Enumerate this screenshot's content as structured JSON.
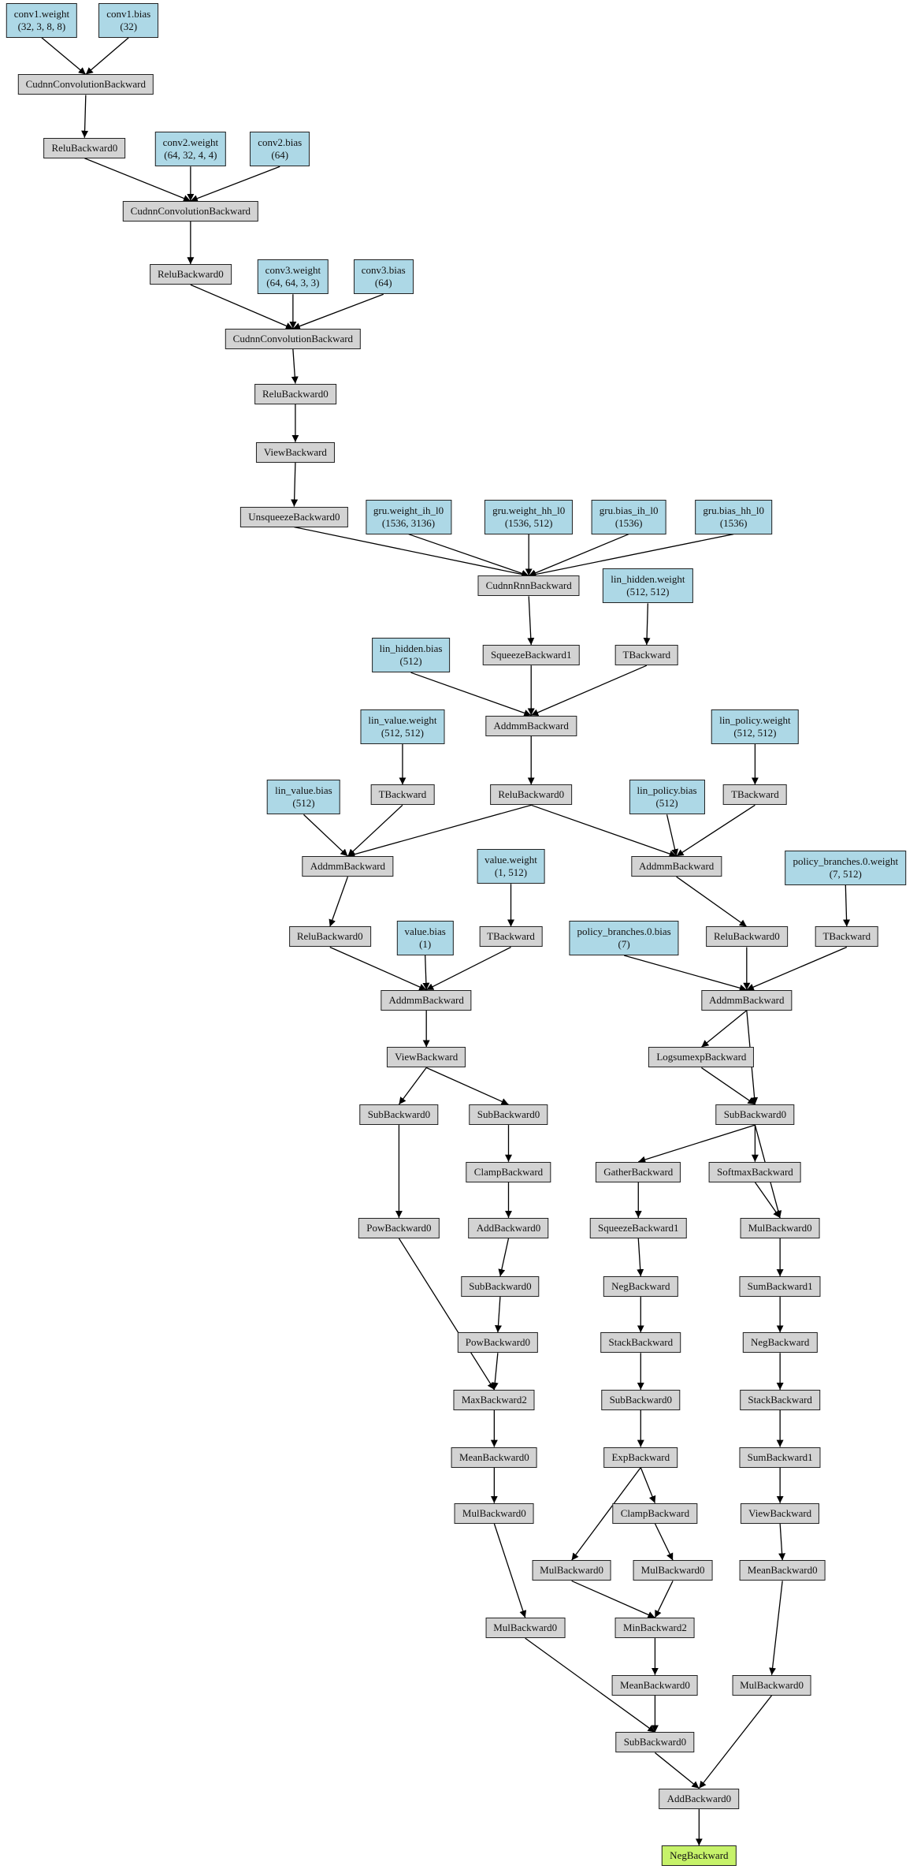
{
  "colors": {
    "param": "#add8e6",
    "op": "#d3d3d3",
    "output": "#c6f26a",
    "edge": "#000000"
  },
  "nodes": {
    "n1": {
      "kind": "param",
      "lines": [
        "conv1.weight",
        "(32, 3, 8, 8)"
      ]
    },
    "n2": {
      "kind": "param",
      "lines": [
        "conv1.bias",
        "(32)"
      ]
    },
    "n3": {
      "kind": "op",
      "lines": [
        "CudnnConvolutionBackward"
      ]
    },
    "n4": {
      "kind": "op",
      "lines": [
        "ReluBackward0"
      ]
    },
    "n5": {
      "kind": "param",
      "lines": [
        "conv2.weight",
        "(64, 32, 4, 4)"
      ]
    },
    "n6": {
      "kind": "param",
      "lines": [
        "conv2.bias",
        "(64)"
      ]
    },
    "n7": {
      "kind": "op",
      "lines": [
        "CudnnConvolutionBackward"
      ]
    },
    "n8": {
      "kind": "op",
      "lines": [
        "ReluBackward0"
      ]
    },
    "n9": {
      "kind": "param",
      "lines": [
        "conv3.weight",
        "(64, 64, 3, 3)"
      ]
    },
    "n10": {
      "kind": "param",
      "lines": [
        "conv3.bias",
        "(64)"
      ]
    },
    "n11": {
      "kind": "op",
      "lines": [
        "CudnnConvolutionBackward"
      ]
    },
    "n12": {
      "kind": "op",
      "lines": [
        "ReluBackward0"
      ]
    },
    "n13": {
      "kind": "op",
      "lines": [
        "ViewBackward"
      ]
    },
    "n14": {
      "kind": "op",
      "lines": [
        "UnsqueezeBackward0"
      ]
    },
    "n15": {
      "kind": "param",
      "lines": [
        "gru.weight_ih_l0",
        "(1536, 3136)"
      ]
    },
    "n16": {
      "kind": "param",
      "lines": [
        "gru.weight_hh_l0",
        "(1536, 512)"
      ]
    },
    "n17": {
      "kind": "param",
      "lines": [
        "gru.bias_ih_l0",
        "(1536)"
      ]
    },
    "n18": {
      "kind": "param",
      "lines": [
        "gru.bias_hh_l0",
        "(1536)"
      ]
    },
    "n19": {
      "kind": "op",
      "lines": [
        "CudnnRnnBackward"
      ]
    },
    "n20": {
      "kind": "param",
      "lines": [
        "lin_hidden.weight",
        "(512, 512)"
      ]
    },
    "n21": {
      "kind": "op",
      "lines": [
        "SqueezeBackward1"
      ]
    },
    "n22": {
      "kind": "op",
      "lines": [
        "TBackward"
      ]
    },
    "n23": {
      "kind": "param",
      "lines": [
        "lin_hidden.bias",
        "(512)"
      ]
    },
    "n24": {
      "kind": "op",
      "lines": [
        "AddmmBackward"
      ]
    },
    "n25": {
      "kind": "param",
      "lines": [
        "lin_value.weight",
        "(512, 512)"
      ]
    },
    "n26": {
      "kind": "param",
      "lines": [
        "lin_policy.weight",
        "(512, 512)"
      ]
    },
    "n27": {
      "kind": "param",
      "lines": [
        "lin_value.bias",
        "(512)"
      ]
    },
    "n28": {
      "kind": "op",
      "lines": [
        "TBackward"
      ]
    },
    "n29": {
      "kind": "op",
      "lines": [
        "ReluBackward0"
      ]
    },
    "n30": {
      "kind": "param",
      "lines": [
        "lin_policy.bias",
        "(512)"
      ]
    },
    "n31": {
      "kind": "op",
      "lines": [
        "TBackward"
      ]
    },
    "n32": {
      "kind": "op",
      "lines": [
        "AddmmBackward"
      ]
    },
    "n33": {
      "kind": "param",
      "lines": [
        "value.weight",
        "(1, 512)"
      ]
    },
    "n34": {
      "kind": "op",
      "lines": [
        "AddmmBackward"
      ]
    },
    "n35": {
      "kind": "param",
      "lines": [
        "policy_branches.0.weight",
        "(7, 512)"
      ]
    },
    "n36": {
      "kind": "op",
      "lines": [
        "ReluBackward0"
      ]
    },
    "n37": {
      "kind": "param",
      "lines": [
        "value.bias",
        "(1)"
      ]
    },
    "n38": {
      "kind": "op",
      "lines": [
        "TBackward"
      ]
    },
    "n39": {
      "kind": "param",
      "lines": [
        "policy_branches.0.bias",
        "(7)"
      ]
    },
    "n40": {
      "kind": "op",
      "lines": [
        "ReluBackward0"
      ]
    },
    "n41": {
      "kind": "op",
      "lines": [
        "TBackward"
      ]
    },
    "n42": {
      "kind": "op",
      "lines": [
        "AddmmBackward"
      ]
    },
    "n43": {
      "kind": "op",
      "lines": [
        "AddmmBackward"
      ]
    },
    "n44": {
      "kind": "op",
      "lines": [
        "ViewBackward"
      ]
    },
    "n45": {
      "kind": "op",
      "lines": [
        "LogsumexpBackward"
      ]
    },
    "n46": {
      "kind": "op",
      "lines": [
        "SubBackward0"
      ]
    },
    "n47": {
      "kind": "op",
      "lines": [
        "SubBackward0"
      ]
    },
    "n48": {
      "kind": "op",
      "lines": [
        "SubBackward0"
      ]
    },
    "n49": {
      "kind": "op",
      "lines": [
        "ClampBackward"
      ]
    },
    "n50": {
      "kind": "op",
      "lines": [
        "GatherBackward"
      ]
    },
    "n51": {
      "kind": "op",
      "lines": [
        "SoftmaxBackward"
      ]
    },
    "n52": {
      "kind": "op",
      "lines": [
        "PowBackward0"
      ]
    },
    "n53": {
      "kind": "op",
      "lines": [
        "AddBackward0"
      ]
    },
    "n54": {
      "kind": "op",
      "lines": [
        "SqueezeBackward1"
      ]
    },
    "n55": {
      "kind": "op",
      "lines": [
        "MulBackward0"
      ]
    },
    "n56": {
      "kind": "op",
      "lines": [
        "SubBackward0"
      ]
    },
    "n57": {
      "kind": "op",
      "lines": [
        "NegBackward"
      ]
    },
    "n58": {
      "kind": "op",
      "lines": [
        "SumBackward1"
      ]
    },
    "n59": {
      "kind": "op",
      "lines": [
        "PowBackward0"
      ]
    },
    "n60": {
      "kind": "op",
      "lines": [
        "StackBackward"
      ]
    },
    "n61": {
      "kind": "op",
      "lines": [
        "NegBackward"
      ]
    },
    "n62": {
      "kind": "op",
      "lines": [
        "MaxBackward2"
      ]
    },
    "n63": {
      "kind": "op",
      "lines": [
        "SubBackward0"
      ]
    },
    "n64": {
      "kind": "op",
      "lines": [
        "StackBackward"
      ]
    },
    "n65": {
      "kind": "op",
      "lines": [
        "MeanBackward0"
      ]
    },
    "n66": {
      "kind": "op",
      "lines": [
        "ExpBackward"
      ]
    },
    "n67": {
      "kind": "op",
      "lines": [
        "SumBackward1"
      ]
    },
    "n68": {
      "kind": "op",
      "lines": [
        "MulBackward0"
      ]
    },
    "n69": {
      "kind": "op",
      "lines": [
        "ClampBackward"
      ]
    },
    "n70": {
      "kind": "op",
      "lines": [
        "ViewBackward"
      ]
    },
    "n71": {
      "kind": "op",
      "lines": [
        "MulBackward0"
      ]
    },
    "n72": {
      "kind": "op",
      "lines": [
        "MulBackward0"
      ]
    },
    "n73": {
      "kind": "op",
      "lines": [
        "MeanBackward0"
      ]
    },
    "n74": {
      "kind": "op",
      "lines": [
        "MulBackward0"
      ]
    },
    "n75": {
      "kind": "op",
      "lines": [
        "MinBackward2"
      ]
    },
    "n76": {
      "kind": "op",
      "lines": [
        "MeanBackward0"
      ]
    },
    "n77": {
      "kind": "op",
      "lines": [
        "MulBackward0"
      ]
    },
    "n78": {
      "kind": "op",
      "lines": [
        "SubBackward0"
      ]
    },
    "n79": {
      "kind": "op",
      "lines": [
        "AddBackward0"
      ]
    },
    "n80": {
      "kind": "output",
      "lines": [
        "NegBackward"
      ]
    }
  },
  "edges": [
    [
      "n1",
      "n3"
    ],
    [
      "n2",
      "n3"
    ],
    [
      "n3",
      "n4"
    ],
    [
      "n4",
      "n7"
    ],
    [
      "n5",
      "n7"
    ],
    [
      "n6",
      "n7"
    ],
    [
      "n7",
      "n8"
    ],
    [
      "n8",
      "n11"
    ],
    [
      "n9",
      "n11"
    ],
    [
      "n10",
      "n11"
    ],
    [
      "n11",
      "n12"
    ],
    [
      "n12",
      "n13"
    ],
    [
      "n13",
      "n14"
    ],
    [
      "n14",
      "n19"
    ],
    [
      "n15",
      "n19"
    ],
    [
      "n16",
      "n19"
    ],
    [
      "n17",
      "n19"
    ],
    [
      "n18",
      "n19"
    ],
    [
      "n19",
      "n21"
    ],
    [
      "n20",
      "n22"
    ],
    [
      "n21",
      "n24"
    ],
    [
      "n22",
      "n24"
    ],
    [
      "n23",
      "n24"
    ],
    [
      "n24",
      "n29"
    ],
    [
      "n25",
      "n28"
    ],
    [
      "n26",
      "n31"
    ],
    [
      "n27",
      "n32"
    ],
    [
      "n28",
      "n32"
    ],
    [
      "n29",
      "n32"
    ],
    [
      "n29",
      "n34"
    ],
    [
      "n30",
      "n34"
    ],
    [
      "n31",
      "n34"
    ],
    [
      "n32",
      "n36"
    ],
    [
      "n33",
      "n38"
    ],
    [
      "n35",
      "n41"
    ],
    [
      "n34",
      "n40"
    ],
    [
      "n36",
      "n42"
    ],
    [
      "n37",
      "n42"
    ],
    [
      "n38",
      "n42"
    ],
    [
      "n39",
      "n43"
    ],
    [
      "n40",
      "n43"
    ],
    [
      "n41",
      "n43"
    ],
    [
      "n42",
      "n44"
    ],
    [
      "n43",
      "n45"
    ],
    [
      "n43",
      "n48"
    ],
    [
      "n45",
      "n48"
    ],
    [
      "n44",
      "n46"
    ],
    [
      "n44",
      "n47"
    ],
    [
      "n47",
      "n49"
    ],
    [
      "n46",
      "n52"
    ],
    [
      "n49",
      "n53"
    ],
    [
      "n53",
      "n56"
    ],
    [
      "n56",
      "n59"
    ],
    [
      "n52",
      "n62"
    ],
    [
      "n59",
      "n62"
    ],
    [
      "n62",
      "n65"
    ],
    [
      "n65",
      "n68"
    ],
    [
      "n68",
      "n74"
    ],
    [
      "n48",
      "n50"
    ],
    [
      "n48",
      "n51"
    ],
    [
      "n48",
      "n55"
    ],
    [
      "n51",
      "n55"
    ],
    [
      "n50",
      "n54"
    ],
    [
      "n54",
      "n57"
    ],
    [
      "n57",
      "n60"
    ],
    [
      "n60",
      "n63"
    ],
    [
      "n63",
      "n66"
    ],
    [
      "n66",
      "n71"
    ],
    [
      "n66",
      "n69"
    ],
    [
      "n69",
      "n72"
    ],
    [
      "n71",
      "n75"
    ],
    [
      "n72",
      "n75"
    ],
    [
      "n75",
      "n76"
    ],
    [
      "n74",
      "n78"
    ],
    [
      "n76",
      "n78"
    ],
    [
      "n55",
      "n58"
    ],
    [
      "n58",
      "n61"
    ],
    [
      "n61",
      "n64"
    ],
    [
      "n64",
      "n67"
    ],
    [
      "n67",
      "n70"
    ],
    [
      "n70",
      "n73"
    ],
    [
      "n73",
      "n77"
    ],
    [
      "n78",
      "n79"
    ],
    [
      "n77",
      "n79"
    ],
    [
      "n79",
      "n80"
    ]
  ]
}
